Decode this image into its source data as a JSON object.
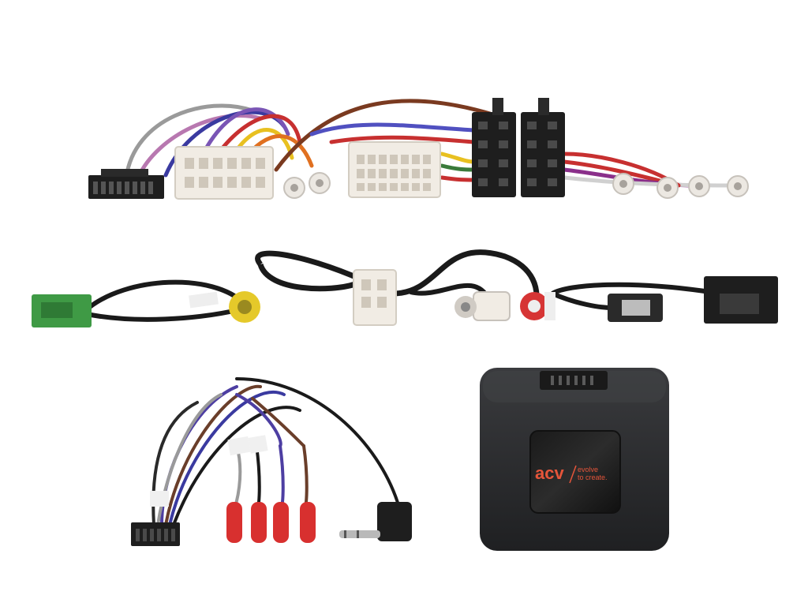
{
  "photo": {
    "subject": "car radio steering wheel control adapter harness kit",
    "background_color": "#ffffff"
  },
  "module": {
    "logo_brand": "acv",
    "logo_tagline_line1": "evolve",
    "logo_tagline_line2": "to create."
  },
  "colors": {
    "connector_white": "#f1ece4",
    "connector_black": "#1e1e1e",
    "connector_green": "#3f9a45",
    "rca_yellow": "#e5c92a",
    "rca_red": "#d63535",
    "crimp_red": "#d8302f",
    "module_body": "#2b2c2e",
    "logo_orange": "#e5553a"
  }
}
